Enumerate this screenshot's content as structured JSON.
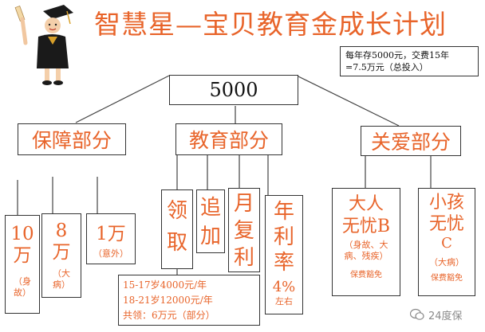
{
  "title": "智慧星—宝贝教育金成长计划",
  "note": {
    "line1": "每年存5000元，交费15年",
    "line2": "=7.5万元（总投入）"
  },
  "root": {
    "label": "5000"
  },
  "branches": {
    "baozhang": {
      "label": "保障部分"
    },
    "jiaoyu": {
      "label": "教育部分"
    },
    "guanai": {
      "label": "关爱部分"
    }
  },
  "protection": [
    {
      "main": [
        "10",
        "万"
      ],
      "sub": [
        "（身",
        "故）"
      ]
    },
    {
      "main": [
        "8",
        "万"
      ],
      "sub": [
        "（大",
        "病）"
      ]
    },
    {
      "main": [
        "1万"
      ],
      "sub": [
        "（意外）"
      ]
    }
  ],
  "education": {
    "lingqu": [
      "领",
      "取"
    ],
    "zhuijia": [
      "追",
      "加"
    ],
    "yuefuli": [
      "月",
      "复",
      "利"
    ],
    "nianlilv": {
      "chars": [
        "年",
        "利",
        "率"
      ],
      "value": "4%",
      "note": "左右"
    }
  },
  "payout": {
    "line1": "15-17岁4000元/年",
    "line2": "18-21岁12000元/年",
    "line3": "共领：6万元（部分）"
  },
  "care": [
    {
      "lines": [
        "大人",
        "无忧B"
      ],
      "detail": [
        "（身故、大",
        "病、残疾）"
      ],
      "waiver": "保费豁免"
    },
    {
      "lines": [
        "小孩",
        "无忧",
        "C"
      ],
      "detail": [
        "（大病）"
      ],
      "waiver": "保费豁免"
    }
  ],
  "watermark": "24度保"
}
